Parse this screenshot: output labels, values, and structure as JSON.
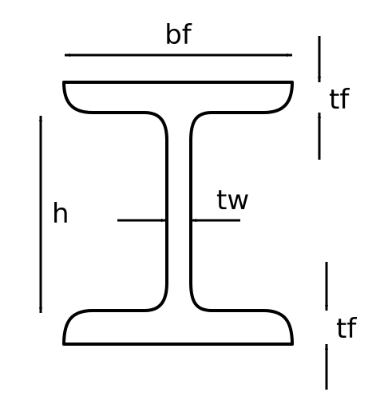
{
  "diagram": {
    "labels": {
      "flange_width": "bf",
      "flange_thickness_top": "tf",
      "flange_thickness_bottom": "tf",
      "height": "h",
      "web_thickness": "tw"
    },
    "colors": {
      "stroke": "#000000",
      "background": "#ffffff"
    }
  }
}
